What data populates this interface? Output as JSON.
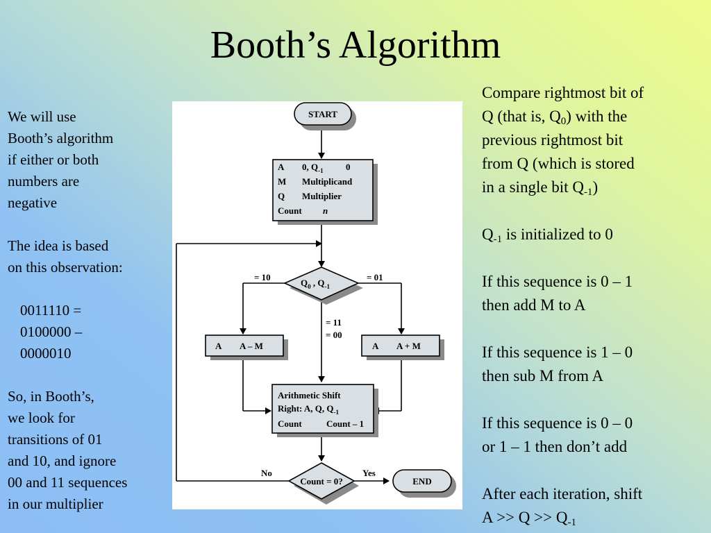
{
  "slide": {
    "title": "Booth’s Algorithm",
    "left_text": {
      "p1": [
        "We will use",
        "Booth’s algorithm",
        "if either or both",
        "numbers are",
        "negative"
      ],
      "p2": [
        "The idea is based",
        "on this observation:"
      ],
      "example": [
        "0011110 =",
        "0100000 –",
        "0000010"
      ],
      "p3": [
        "So, in Booth’s,",
        "we look for",
        "transitions of 01",
        "and 10, and ignore",
        "00 and 11 sequences",
        "in our multiplier"
      ]
    },
    "right_text": {
      "p1_line1": "Compare rightmost bit of",
      "p1_line2_a": "Q (that is, Q",
      "p1_line2_sub": "0",
      "p1_line2_b": ") with the",
      "p1_line3": "previous rightmost bit",
      "p1_line4": "from Q (which is stored",
      "p1_line5_a": "in a single bit Q",
      "p1_line5_sub": "-1",
      "p1_line5_b": ")",
      "p2_a": "Q",
      "p2_sub": "-1",
      "p2_b": " is initialized to 0",
      "p3": [
        "If this sequence is 0 – 1",
        "then add M to A"
      ],
      "p4": [
        "If this sequence is 1 – 0",
        "then sub M from A"
      ],
      "p5": [
        "If this sequence is 0 – 0",
        "or 1 – 1 then don’t add"
      ],
      "p6_line1": "After each iteration, shift",
      "p6_line2_a": "A >> Q >> Q",
      "p6_line2_sub": "-1"
    }
  },
  "flowchart": {
    "start": "START",
    "init": {
      "row1_a": "A",
      "row1_b": "0, Q",
      "row1_sub": "-1",
      "row1_c": "0",
      "row2_a": "M",
      "row2_b": "Multiplicand",
      "row3_a": "Q",
      "row3_b": "Multiplier",
      "row4_a": "Count",
      "row4_b": "n"
    },
    "decision": {
      "a": "Q",
      "sub0": "0",
      "b": " , Q",
      "sub1": "-1"
    },
    "label_10": "= 10",
    "label_01": "= 01",
    "label_11": "= 11",
    "label_00": "= 00",
    "sub_box": {
      "a": "A",
      "b": "A – M"
    },
    "add_box": {
      "a": "A",
      "b": "A + M"
    },
    "shift": {
      "line1": "Arithmetic Shift",
      "line2": "Right: A, Q, Q",
      "line2_sub": "-1",
      "line3_a": "Count",
      "line3_b": "Count – 1"
    },
    "count_check": "Count = 0?",
    "no": "No",
    "yes": "Yes",
    "end": "END",
    "colors": {
      "box_fill": "#d9dfe3",
      "shadow": "#8a8a8a",
      "line": "#000000"
    }
  }
}
